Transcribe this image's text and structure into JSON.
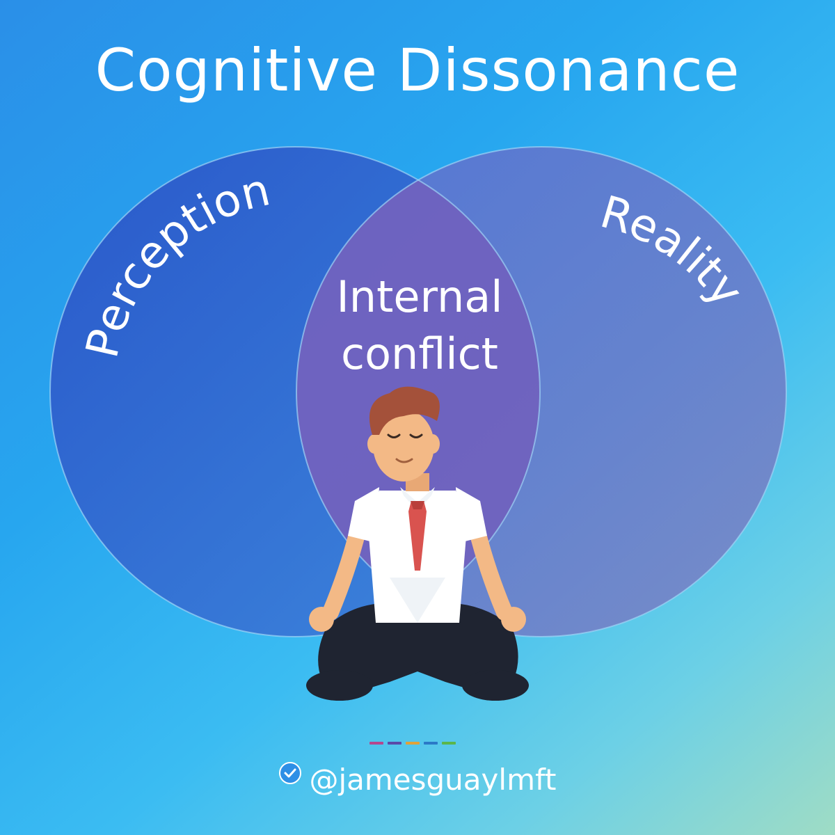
{
  "title": "Cognitive Dissonance",
  "circles": {
    "left": {
      "label": "Perception"
    },
    "right": {
      "label": "Reality"
    },
    "overlap": {
      "line1": "Internal",
      "line2": "conflict"
    }
  },
  "footer": {
    "handle": "@jamesguaylmft",
    "bar_colors": [
      "#b5478f",
      "#5b4aa8",
      "#e0a23a",
      "#2b79c7",
      "#5bb64b"
    ]
  },
  "colors": {
    "left_circle": "#3060cc",
    "right_circle": "#6b6fc4",
    "overlap": "#6e5fb8",
    "shirt": "#ffffff",
    "tie": "#d9534f",
    "pants": "#1e2330",
    "hair": "#a4513a",
    "skin": "#f3b986"
  }
}
